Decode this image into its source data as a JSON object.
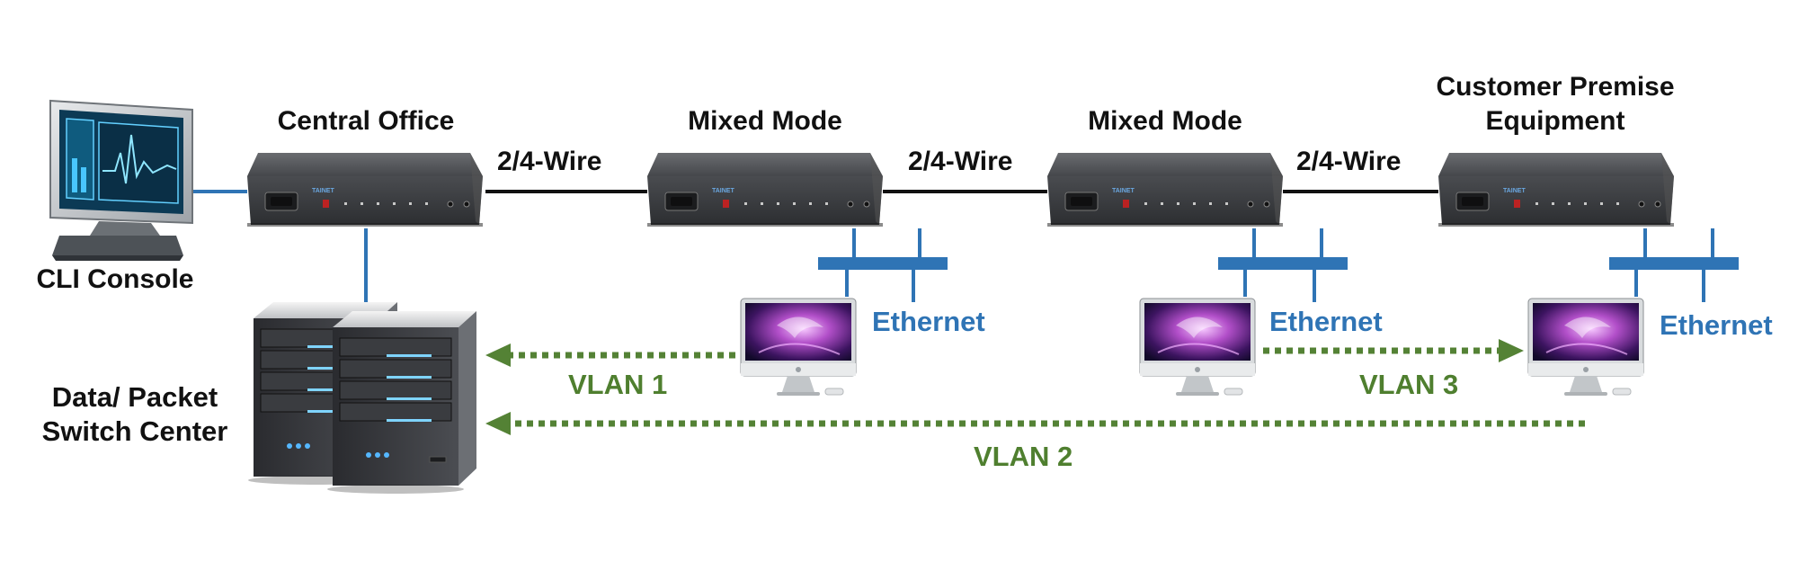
{
  "labels": {
    "cli_console": "CLI Console",
    "central_office": "Central Office",
    "mixed_mode_1": "Mixed Mode",
    "mixed_mode_2": "Mixed Mode",
    "cpe_line1": "Customer Premise",
    "cpe_line2": "Equipment",
    "wire_1": "2/4-Wire",
    "wire_2": "2/4-Wire",
    "wire_3": "2/4-Wire",
    "ethernet_1": "Ethernet",
    "ethernet_2": "Ethernet",
    "ethernet_3": "Ethernet",
    "data_center_line1": "Data/ Packet",
    "data_center_line2": "Switch Center",
    "vlan_1": "VLAN 1",
    "vlan_2": "VLAN 2",
    "vlan_3": "VLAN 3"
  },
  "device_brand": "TAINET",
  "colors": {
    "ethernet_blue": "#2f74b5",
    "vlan_green": "#548235",
    "wire_black": "#111111",
    "device_body": "#3c3e42"
  }
}
